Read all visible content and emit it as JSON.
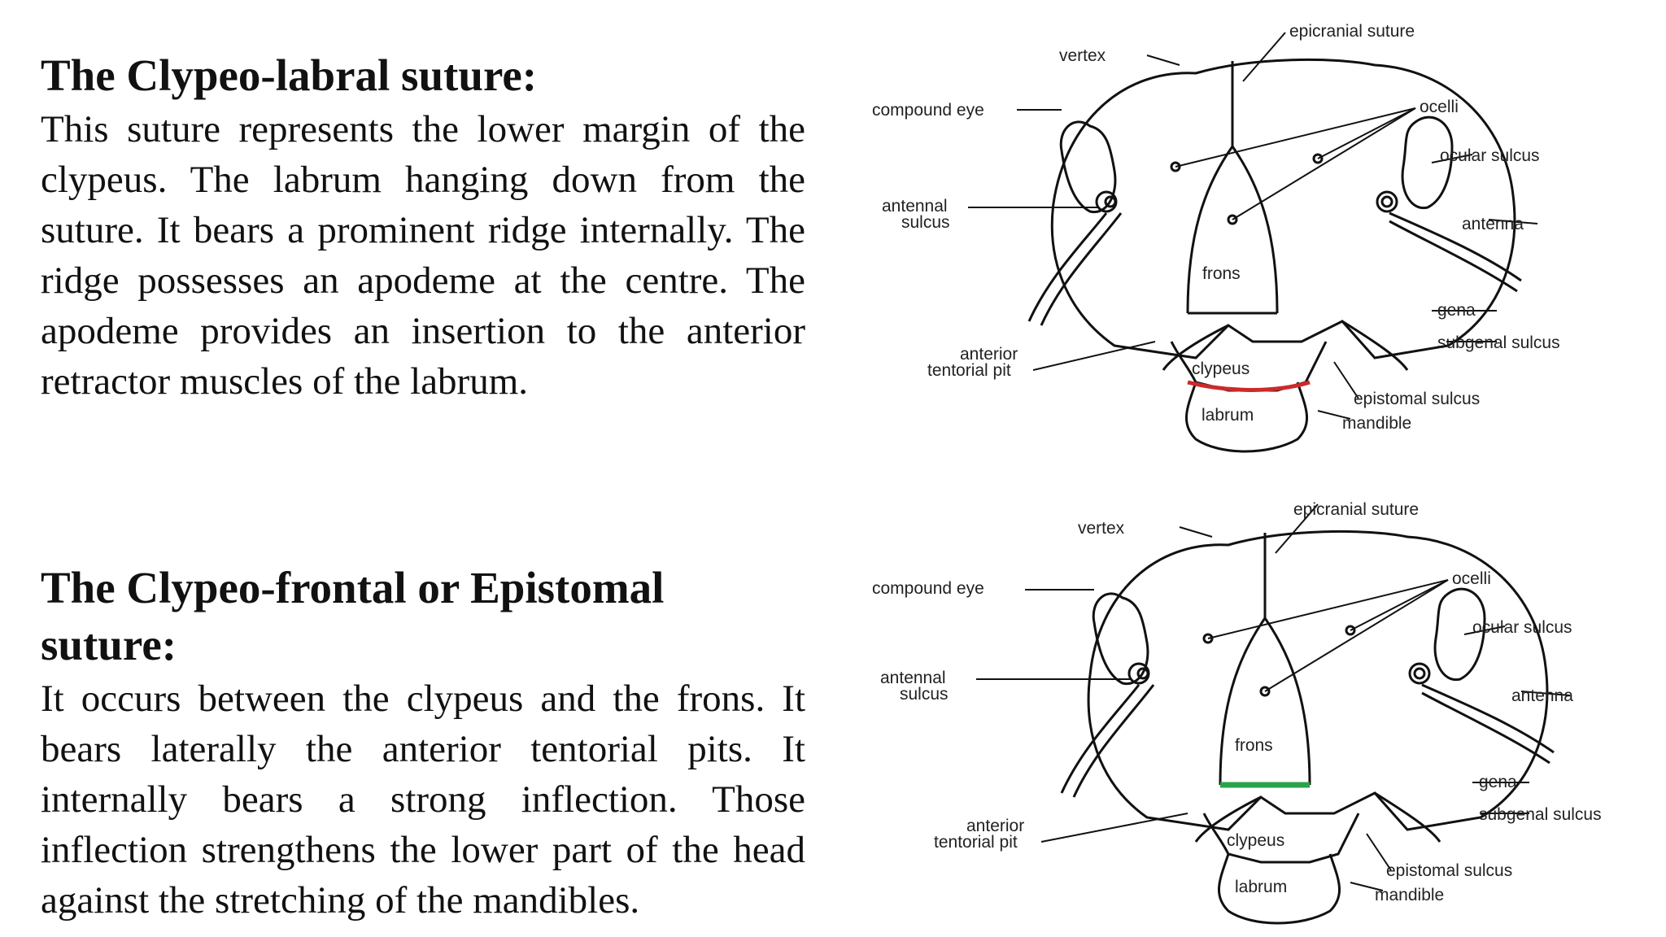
{
  "section1": {
    "heading": "The Clypeo-labral suture:",
    "body": "This suture represents the lower margin of the clypeus. The labrum hanging down from the suture. It bears a prominent ridge internally. The ridge possesses an apodeme at the centre. The apodeme provides an insertion to the anterior retractor muscles of the labrum."
  },
  "section2": {
    "heading": "The Clypeo-frontal or Epistomal suture:",
    "body": "It occurs between the clypeus and the frons. It bears laterally the anterior tentorial pits. It internally bears a strong inflection. Those inflection strengthens the lower part of the head against the stretching of the mandibles."
  },
  "labels": {
    "vertex": "vertex",
    "epicranial_suture": "epicranial suture",
    "compound_eye": "compound eye",
    "ocelli": "ocelli",
    "ocular_sulcus": "ocular sulcus",
    "antennal": "antennal",
    "sulcus": "sulcus",
    "antenna": "antenna",
    "frons": "frons",
    "gena": "gena",
    "subgenal_sulcus": "subgenal sulcus",
    "anterior": "anterior",
    "tentorial_pit": "tentorial pit",
    "clypeus": "clypeus",
    "epistomal_sulcus": "epistomal sulcus",
    "labrum": "labrum",
    "mandible": "mandible"
  },
  "colors": {
    "clypeo_labral_highlight": "#cc2a2a",
    "epistomal_highlight": "#2aa34a"
  }
}
